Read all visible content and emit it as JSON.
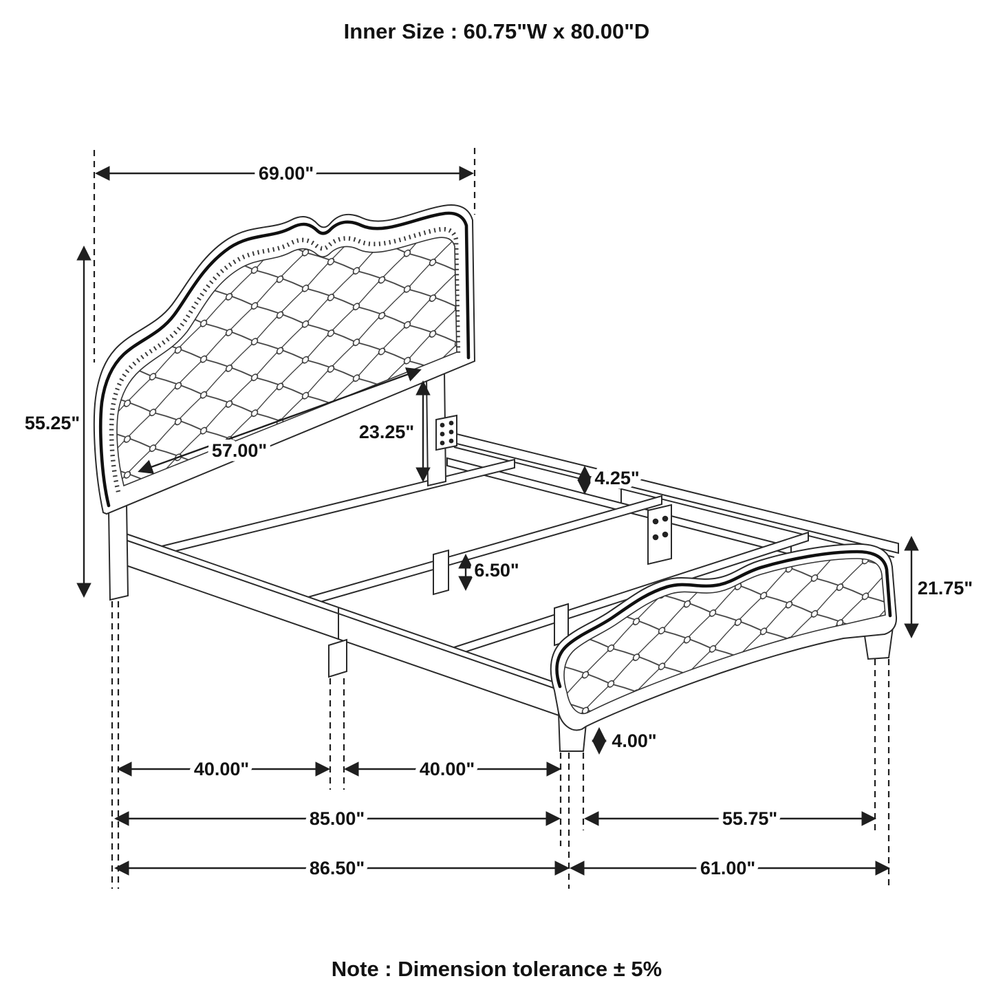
{
  "page": {
    "title": "Inner Size : 60.75\"W x 80.00\"D",
    "note": "Note : Dimension tolerance ± 5%",
    "line_color": "#1f1f1f",
    "background": "#ffffff"
  },
  "diagram": {
    "type": "furniture-dimension-drawing",
    "subject": "upholstered panel bed frame with button-tufted scalloped headboard and curved tufted footboard, three-quarter line-art view",
    "units": "inches",
    "tolerance": "± 5%",
    "inner_size": {
      "width": "60.75\"",
      "depth": "80.00\""
    }
  },
  "dims": {
    "headboard_outer_width": {
      "label": "69.00\"",
      "value": 69.0
    },
    "headboard_height": {
      "label": "55.25\"",
      "value": 55.25
    },
    "headboard_panel_width": {
      "label": "57.00\"",
      "value": 57.0
    },
    "headboard_clearance": {
      "label": "23.25\"",
      "value": 23.25
    },
    "rail_gap_height": {
      "label": "4.25\"",
      "value": 4.25
    },
    "slat_leg_height": {
      "label": "6.50\"",
      "value": 6.5
    },
    "footboard_height": {
      "label": "21.75\"",
      "value": 21.75
    },
    "footboard_leg_height": {
      "label": "4.00\"",
      "value": 4.0
    },
    "span_head_to_center": {
      "label": "40.00\"",
      "value": 40.0
    },
    "span_center_to_foot": {
      "label": "40.00\"",
      "value": 40.0
    },
    "frame_length": {
      "label": "85.00\"",
      "value": 85.0
    },
    "footboard_width": {
      "label": "55.75\"",
      "value": 55.75
    },
    "overall_length": {
      "label": "86.50\"",
      "value": 86.5
    },
    "overall_width": {
      "label": "61.00\"",
      "value": 61.0
    }
  }
}
